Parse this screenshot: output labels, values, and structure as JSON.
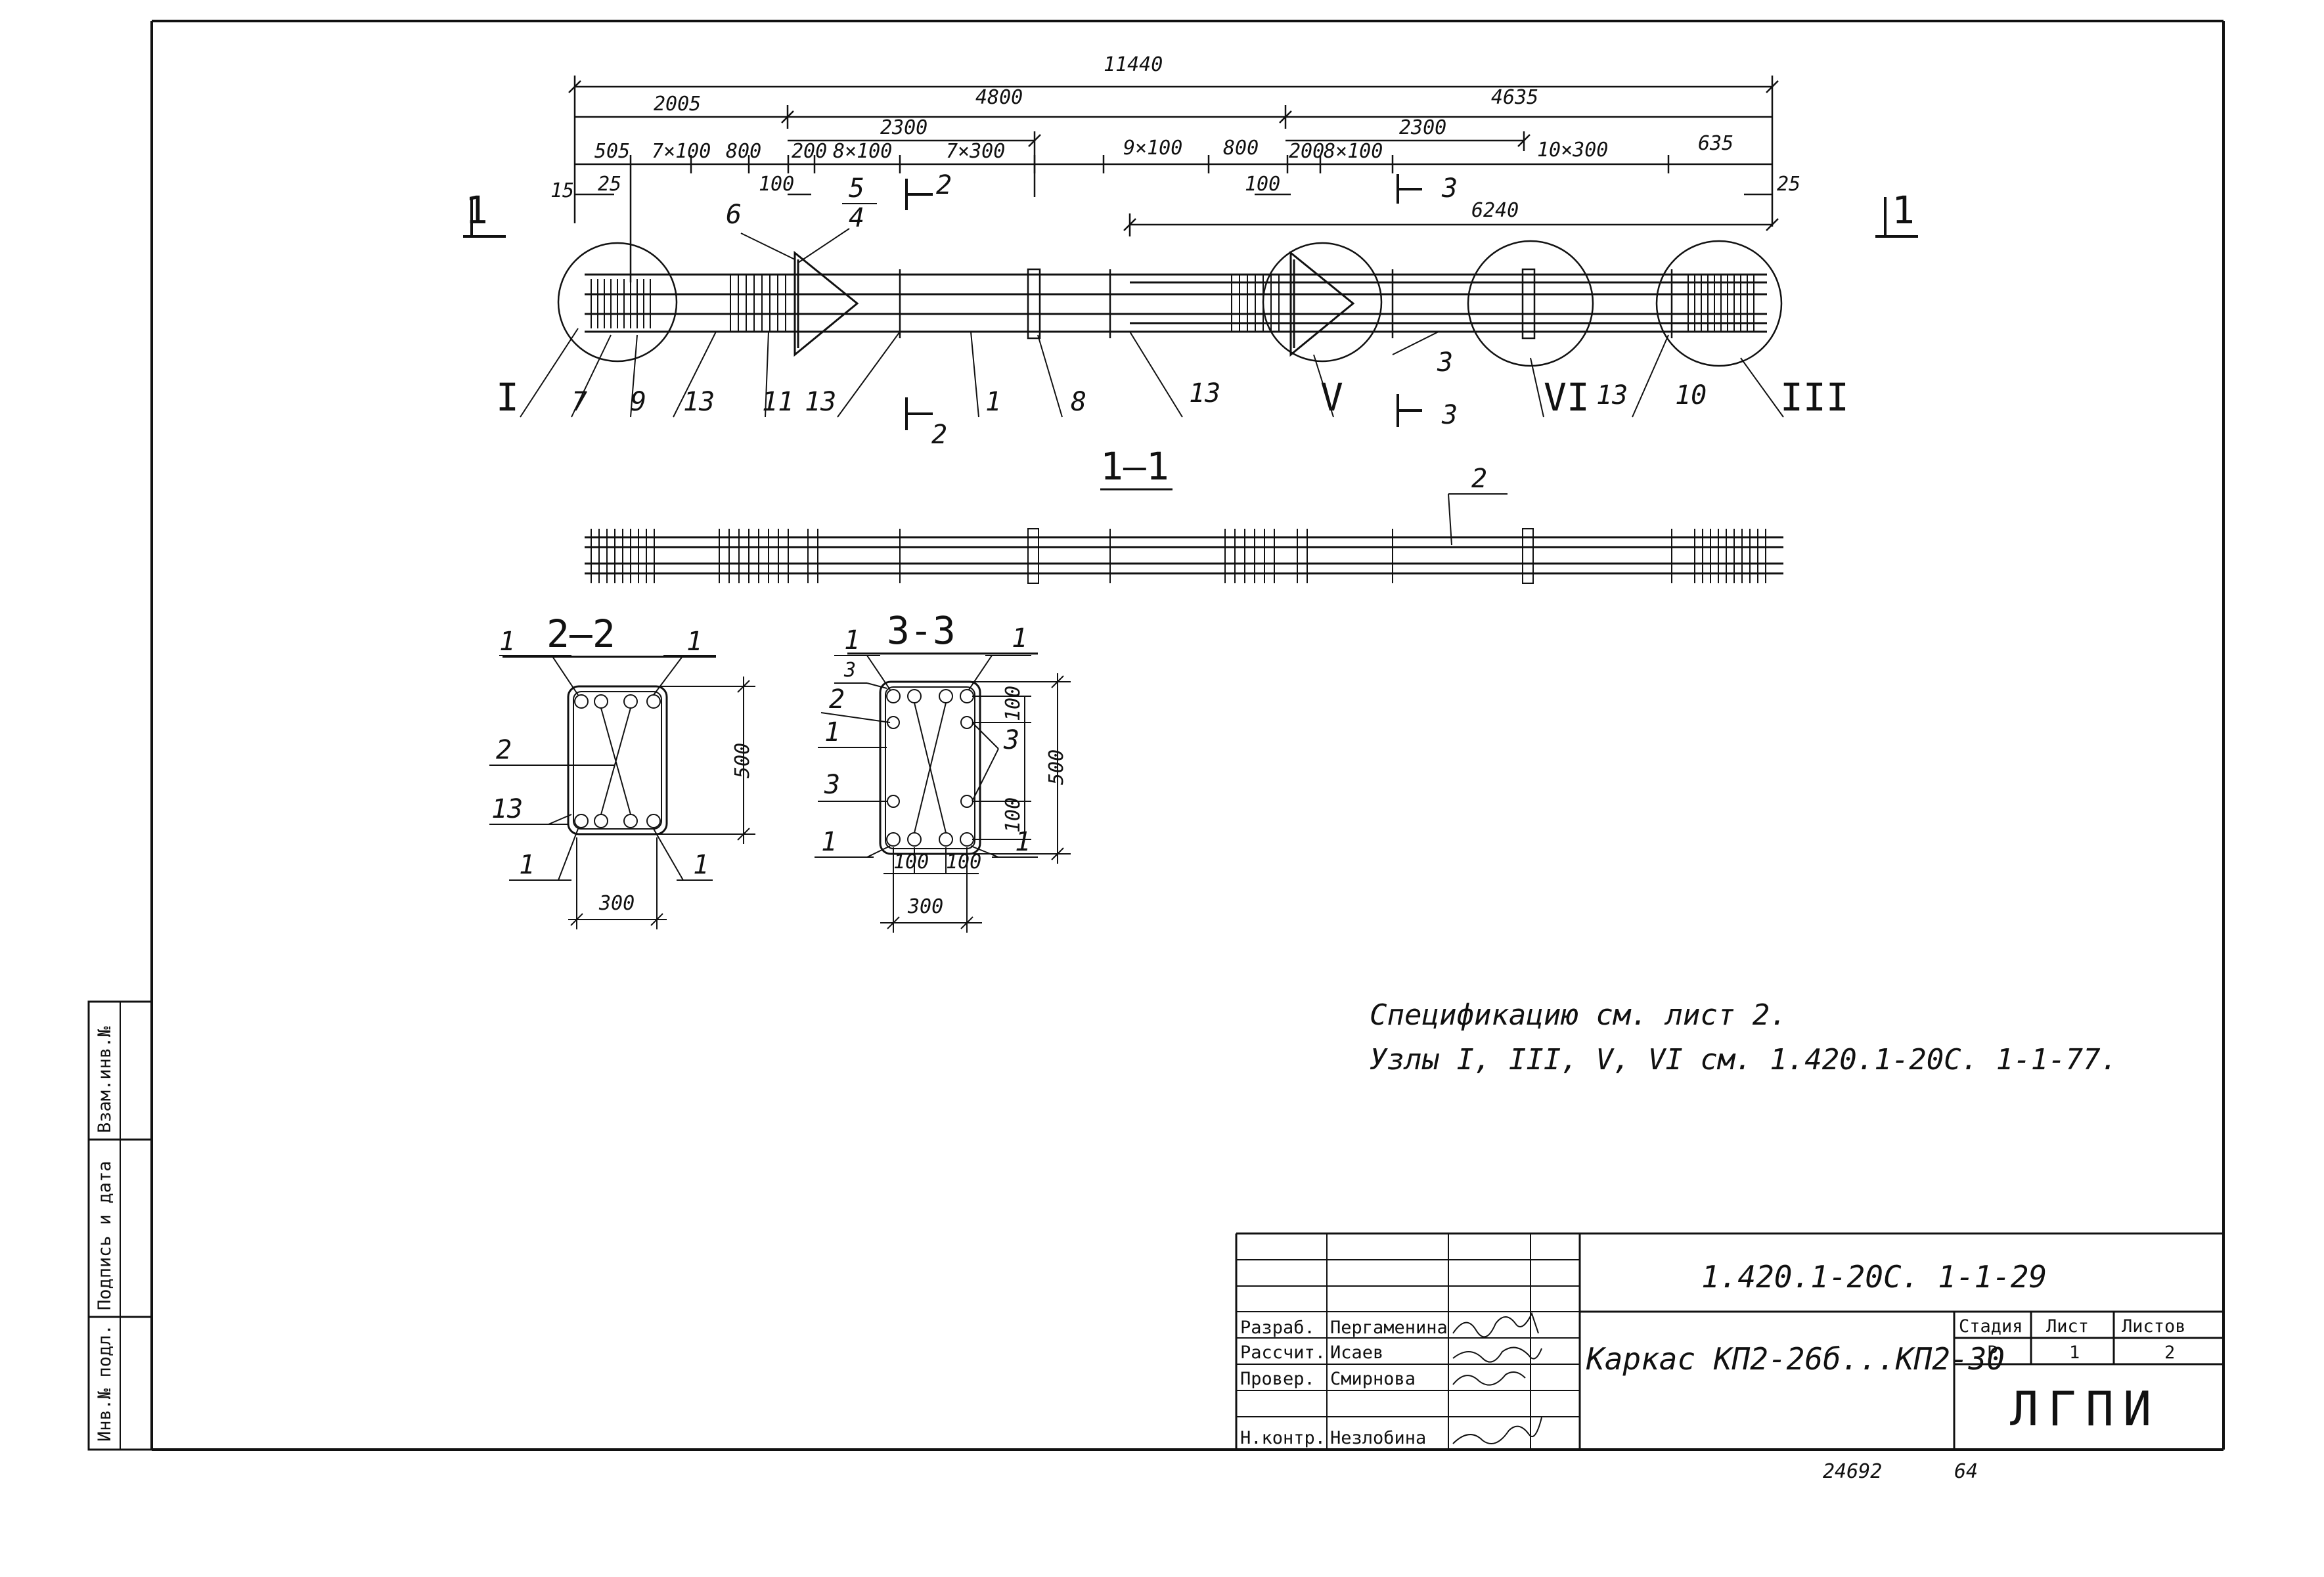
{
  "dimensions": {
    "overall": "11440",
    "seg_left": "2005",
    "seg_mid": "4800",
    "seg_right": "4635",
    "sub_2300_left": "2300",
    "sub_2300_right": "2300",
    "d_505": "505",
    "d_7x100": "7×100",
    "d_800_left": "800",
    "d_200_left": "200",
    "d_8x100_left": "8×100",
    "d_7x300": "7×300",
    "d_9x100": "9×100",
    "d_800_right": "800",
    "d_200_right": "200",
    "d_8x100_right": "8×100",
    "d_10x300": "10×300",
    "d_635": "635",
    "d_15": "15",
    "d_25_left": "25",
    "d_25_right": "25",
    "d_100_left": "100",
    "d_100_right": "100",
    "d_6240": "6240"
  },
  "elevation": {
    "section_1_left": "1",
    "section_1_right": "1",
    "section_2_top": "2",
    "section_2_bottom": "2",
    "section_3_top": "3",
    "section_3_bottom": "3",
    "pos_6": "6",
    "pos_5": "5",
    "pos_4": "4",
    "node_I": "I",
    "node_III": "III",
    "node_V": "V",
    "node_VI": "VI",
    "pos_7": "7",
    "pos_9": "9",
    "pos_13a": "13",
    "pos_11": "11",
    "pos_13b": "13",
    "pos_1": "1",
    "pos_8": "8",
    "pos_13c": "13",
    "pos_3": "3",
    "pos_13d": "13",
    "pos_10": "10"
  },
  "plan": {
    "title": "1—1",
    "pos_2": "2"
  },
  "section_22": {
    "title": "2—2",
    "l1_tl": "1",
    "l1_tr": "1",
    "l2": "2",
    "l13": "13",
    "l1_bl": "1",
    "l1_br": "1",
    "h500": "500",
    "w300": "300"
  },
  "section_33": {
    "title": "3-3",
    "l1_tl": "1",
    "l3_top": "3",
    "l2": "2",
    "l1_mid": "1",
    "l3_low": "3",
    "l1_bl": "1",
    "l1_tr": "1",
    "l3_right": "3",
    "l1_br": "1",
    "h100_top": "100",
    "h100_bot": "100",
    "h500": "500",
    "w100a": "100",
    "w100b": "100",
    "w300": "300"
  },
  "notes": {
    "line1": "Спецификацию см. лист 2.",
    "line2": "Узлы I, III, V, VI см. 1.420.1-20С. 1-1-77."
  },
  "side_stamp": {
    "cell1": "Инв.№ подл.",
    "cell2": "Подпись и дата",
    "cell3": "Взам.инв.№"
  },
  "title_block": {
    "code": "1.420.1-20С. 1-1-29",
    "roles": [
      "Разраб.",
      "Рассчит.",
      "Провер.",
      "Н.контр."
    ],
    "names": [
      "Пергаменина",
      "Исаев",
      "Смирнова",
      "Незлобина"
    ],
    "title": "Каркас КП2-26б...КП2-30",
    "head_stage": "Стадия",
    "head_sheet": "Лист",
    "head_sheets": "Листов",
    "stage": "Р",
    "sheet": "1",
    "sheets": "2",
    "org": "ЛГПИ"
  },
  "footer": {
    "number": "24692",
    "page": "64"
  }
}
